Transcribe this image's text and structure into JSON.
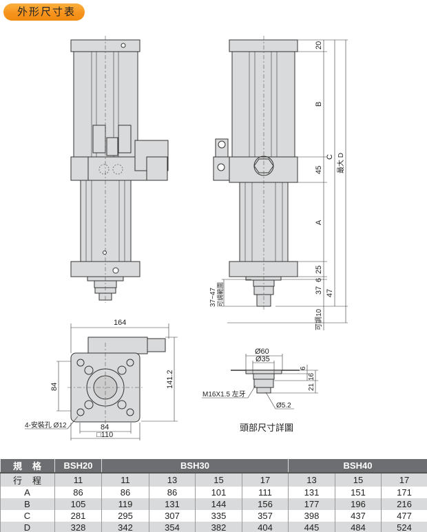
{
  "title": "外形尺寸表",
  "side_view": {
    "dims": {
      "top": "20",
      "b": "B",
      "mid": "45",
      "a": "A",
      "bottom": "25",
      "six": "6",
      "thirtyseven": "37",
      "fortyseven": "47",
      "c": "C",
      "d": "最大 D",
      "adjust_range": "37~47",
      "adjust_range_label": "可調範圍",
      "adjust10": "可調10"
    }
  },
  "top_view": {
    "width": "164",
    "height": "141.2",
    "bolt_v": "84",
    "bolt_h": "84",
    "square": "□110",
    "holes": "4-安裝孔 Ø12"
  },
  "head_detail": {
    "d60": "Ø60",
    "d35": "Ø35",
    "six": "6",
    "sixteen": "16",
    "twentyone": "21",
    "thread": "M16X1.5 左牙",
    "d52": "Ø5.2",
    "caption": "頭部尺寸詳圖"
  },
  "table": {
    "header": [
      "規　格",
      "BSH20",
      "BSH30",
      "BSH40"
    ],
    "rows": [
      {
        "label": "行　程",
        "values": [
          "11",
          "11",
          "13",
          "15",
          "17",
          "13",
          "15",
          "17"
        ]
      },
      {
        "label": "A",
        "values": [
          "86",
          "86",
          "86",
          "101",
          "111",
          "131",
          "151",
          "171"
        ]
      },
      {
        "label": "B",
        "values": [
          "105",
          "119",
          "131",
          "144",
          "156",
          "177",
          "196",
          "216"
        ]
      },
      {
        "label": "C",
        "values": [
          "281",
          "295",
          "307",
          "335",
          "357",
          "398",
          "437",
          "477"
        ]
      },
      {
        "label": "D",
        "values": [
          "328",
          "342",
          "354",
          "382",
          "404",
          "445",
          "484",
          "524"
        ]
      }
    ]
  }
}
